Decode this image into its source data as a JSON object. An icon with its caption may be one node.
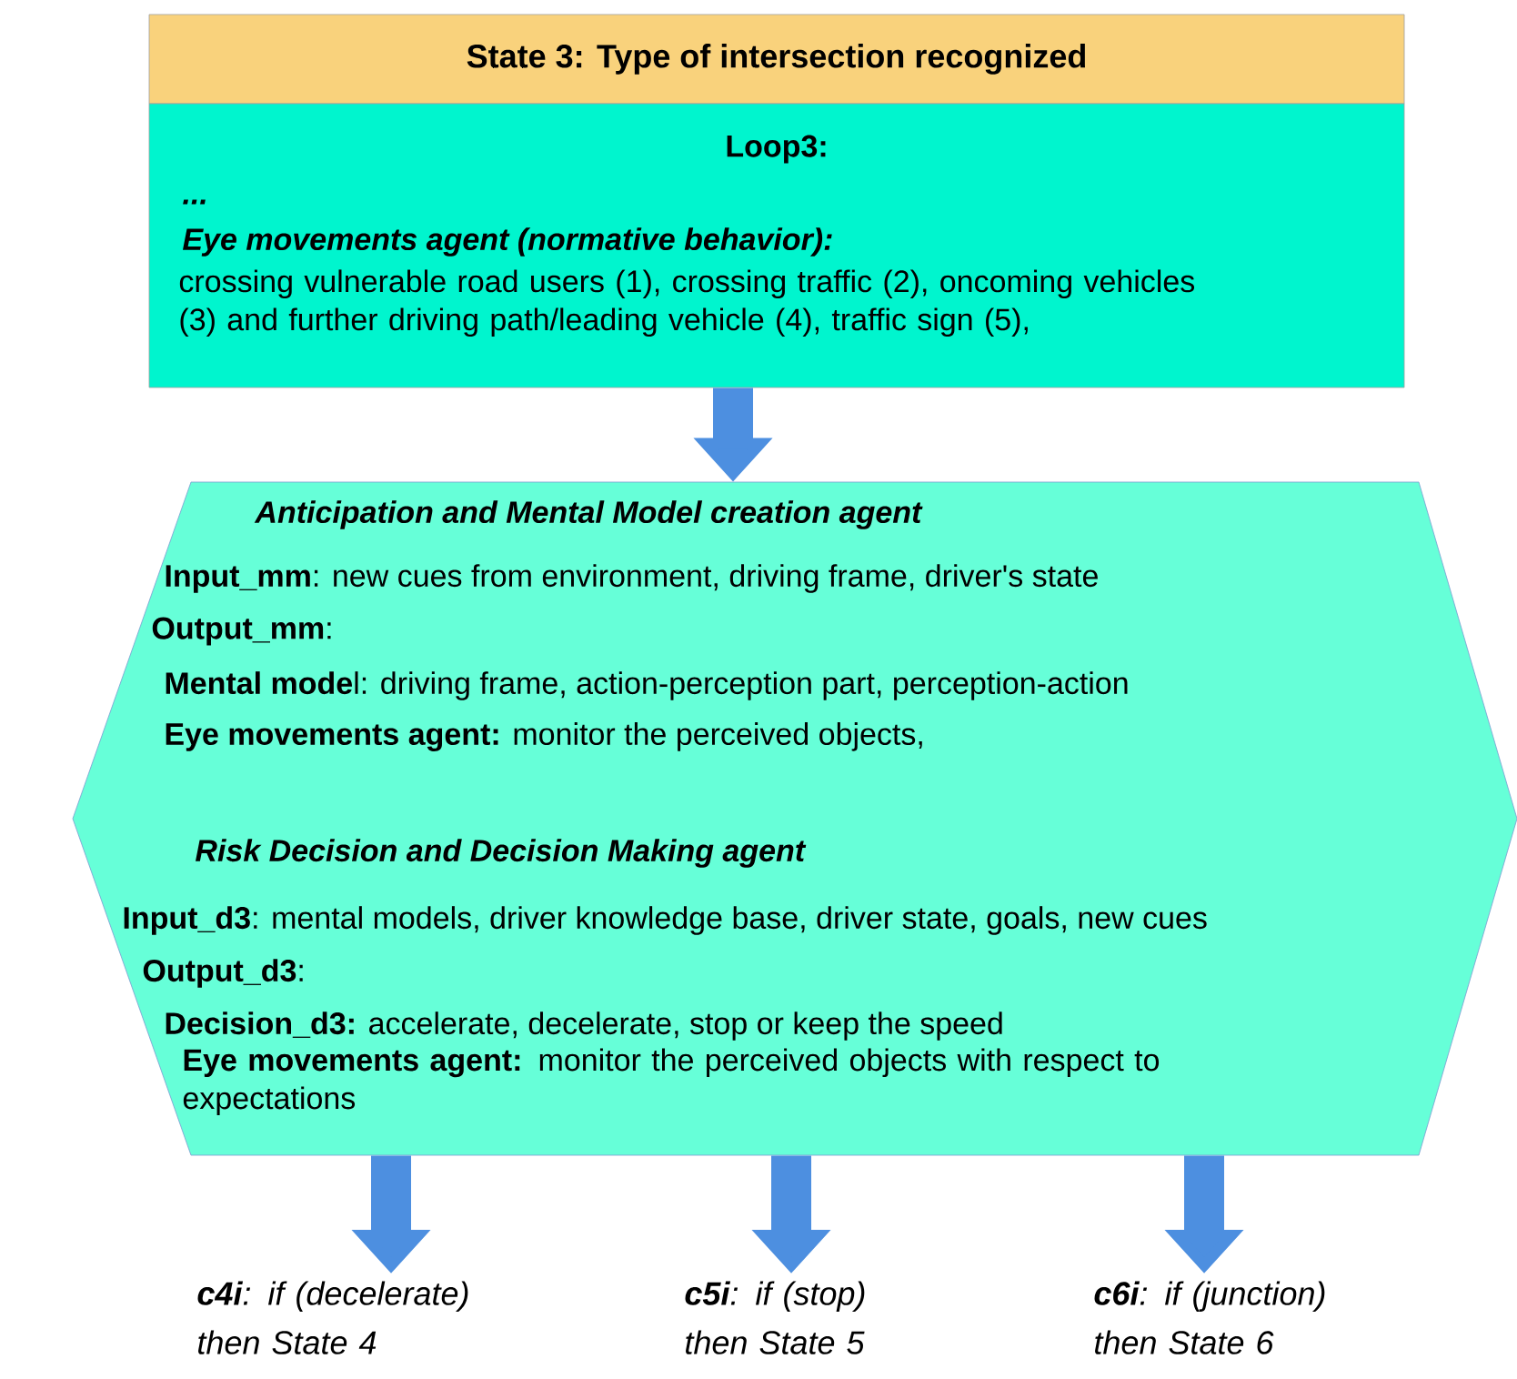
{
  "diagram": {
    "nodes": [
      {
        "text": [
          "State 3: Type of intersection recognized"
        ]
      },
      {
        "text": [
          "Loop3:",
          "...",
          "Eye movements agent (normative behavior):",
          "crossing vulnerable road users (1), crossing traffic (2), oncoming vehicles (3) and further driving path/leading vehicle (4), traffic sign (5),"
        ]
      },
      {
        "text": [
          "Anticipation and Mental Model creation agent",
          "**Input_mm**: new cues from environment, driving frame, driver's state",
          "**Output_mm**:",
          "**Mental mode**l: driving frame, action-perception part, perception-action",
          "**Eye movements agent:** monitor the perceived objects,",
          "Risk Decision and Decision Making agent",
          "**Input_d3**: mental models, driver knowledge base,  driver state, goals, new cues",
          "**Output_d3**:",
          "**Decision_d3:** accelerate, decelerate, stop or keep the speed",
          "**Eye movements agent:** monitor the perceived objects with respect to expectations"
        ]
      },
      {
        "text": [
          "**c4i**: if (decelerate) then State 4"
        ]
      },
      {
        "text": [
          "**c5i**: if (stop) then State 5"
        ]
      },
      {
        "text": [
          "**c6i**: if (junction) then State 6"
        ]
      }
    ],
    "edges": [
      {
        "from": 1,
        "to": 2,
        "arrow": "to"
      },
      {
        "from": 2,
        "to": 3,
        "arrow": "to"
      },
      {
        "from": 2,
        "to": 4,
        "arrow": "to"
      },
      {
        "from": 2,
        "to": 5,
        "arrow": "to"
      }
    ]
  }
}
